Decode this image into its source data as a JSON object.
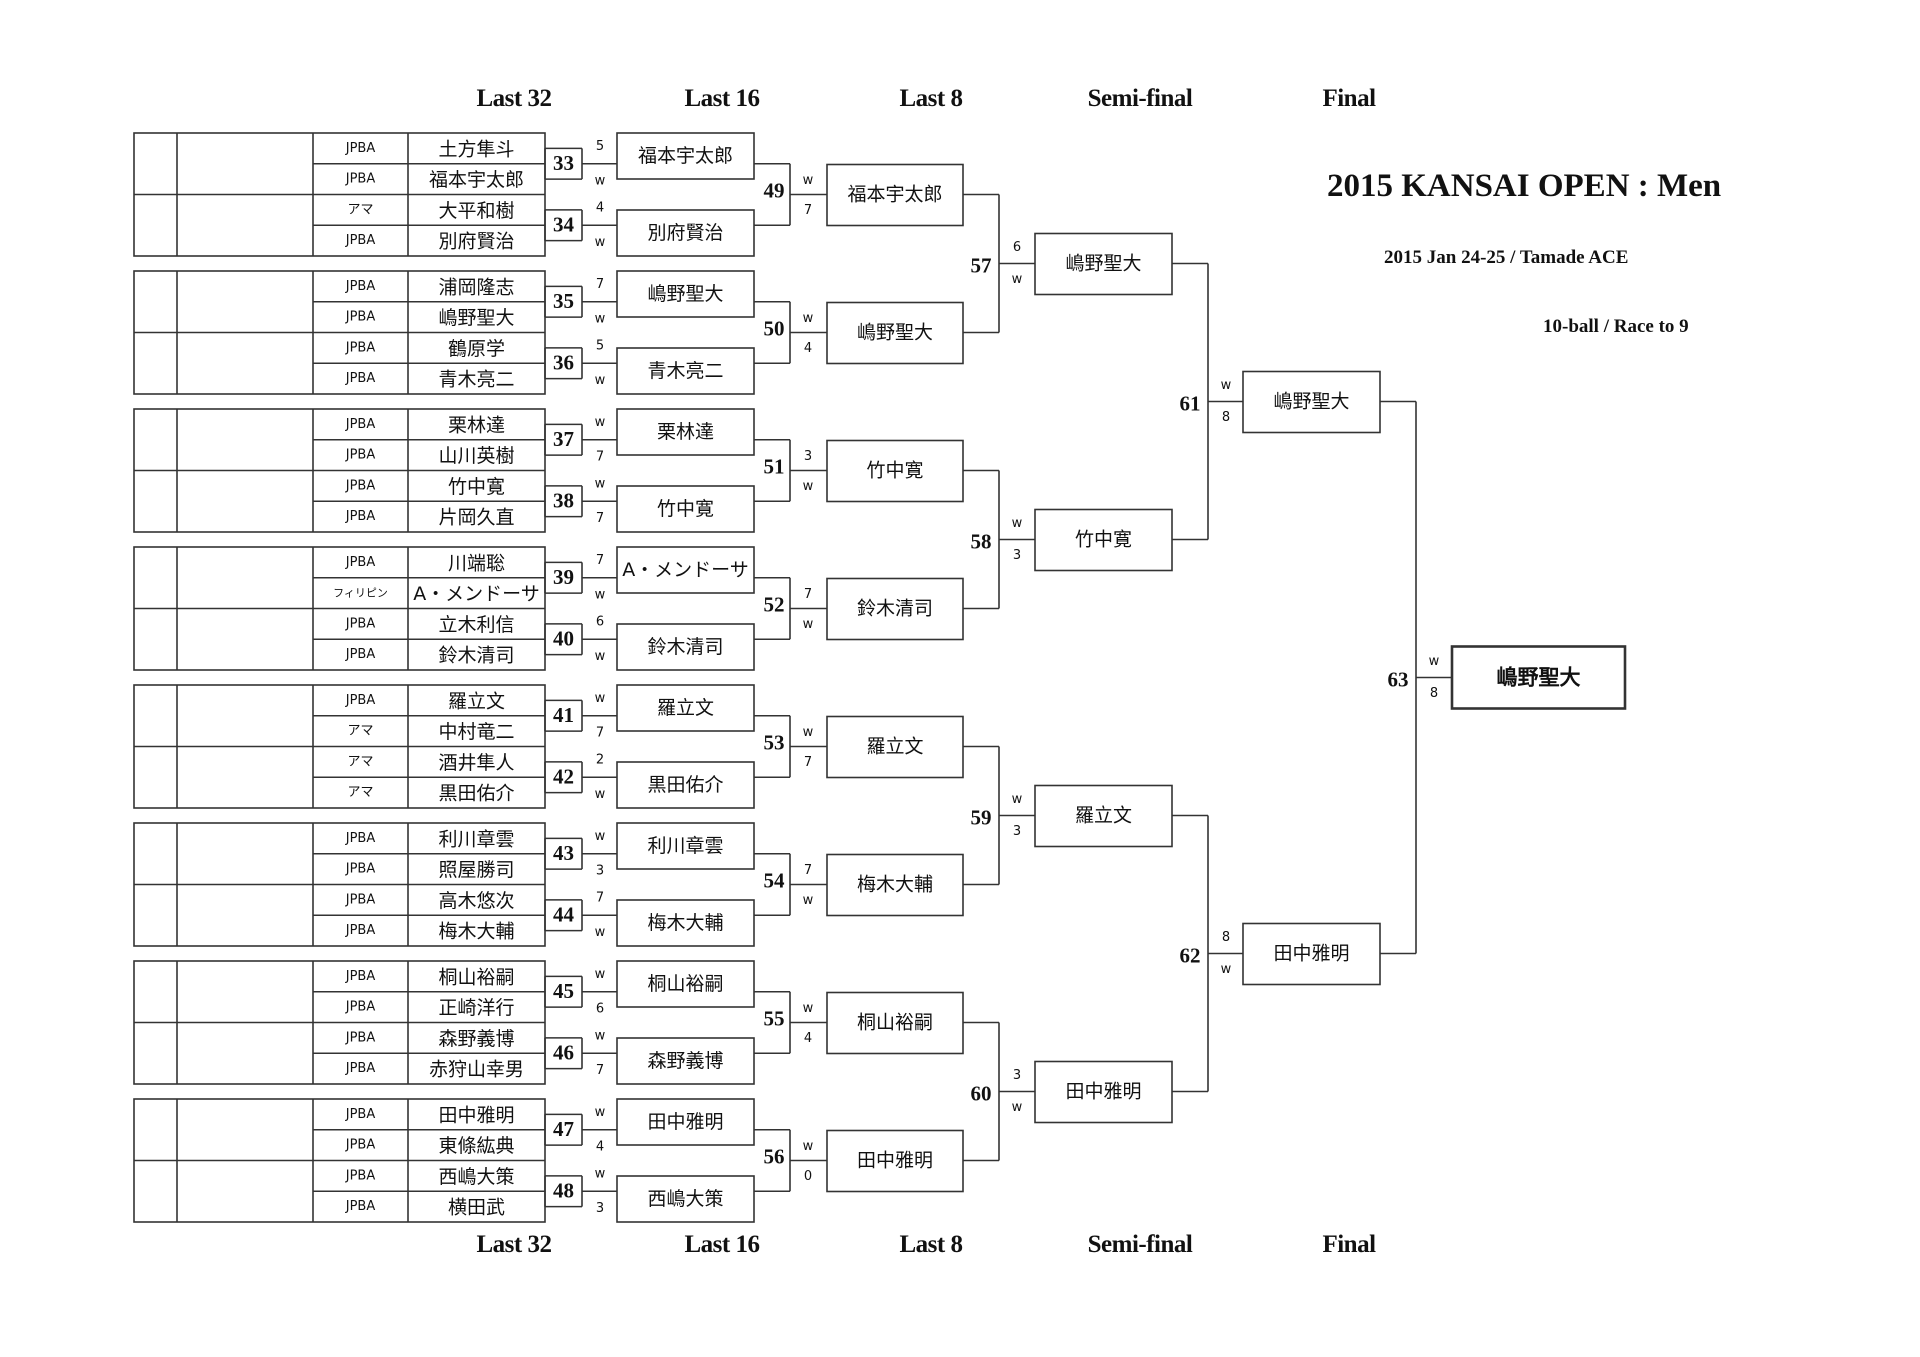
{
  "title": "2015 KANSAI OPEN : Men",
  "subtitle": "2015 Jan 24-25 / Tamade ACE",
  "format": "10-ball / Race to 9",
  "round_headers": [
    "Last 32",
    "Last 16",
    "Last 8",
    "Semi-final",
    "Final"
  ],
  "last32": [
    {
      "org": "JPBA",
      "name": "土方隼斗"
    },
    {
      "org": "JPBA",
      "name": "福本宇太郎"
    },
    {
      "org": "アマ",
      "name": "大平和樹"
    },
    {
      "org": "JPBA",
      "name": "別府賢治"
    },
    {
      "org": "JPBA",
      "name": "浦岡隆志"
    },
    {
      "org": "JPBA",
      "name": "嶋野聖大"
    },
    {
      "org": "JPBA",
      "name": "鶴原学"
    },
    {
      "org": "JPBA",
      "name": "青木亮二"
    },
    {
      "org": "JPBA",
      "name": "栗林達"
    },
    {
      "org": "JPBA",
      "name": "山川英樹"
    },
    {
      "org": "JPBA",
      "name": "竹中寛"
    },
    {
      "org": "JPBA",
      "name": "片岡久直"
    },
    {
      "org": "JPBA",
      "name": "川端聡"
    },
    {
      "org": "フィリピン",
      "name": "A・メンドーサ"
    },
    {
      "org": "JPBA",
      "name": "立木利信"
    },
    {
      "org": "JPBA",
      "name": "鈴木清司"
    },
    {
      "org": "JPBA",
      "name": "羅立文"
    },
    {
      "org": "アマ",
      "name": "中村竜二"
    },
    {
      "org": "アマ",
      "name": "酒井隼人"
    },
    {
      "org": "アマ",
      "name": "黒田佑介"
    },
    {
      "org": "JPBA",
      "name": "利川章雲"
    },
    {
      "org": "JPBA",
      "name": "照屋勝司"
    },
    {
      "org": "JPBA",
      "name": "高木悠次"
    },
    {
      "org": "JPBA",
      "name": "梅木大輔"
    },
    {
      "org": "JPBA",
      "name": "桐山裕嗣"
    },
    {
      "org": "JPBA",
      "name": "正崎洋行"
    },
    {
      "org": "JPBA",
      "name": "森野義博"
    },
    {
      "org": "JPBA",
      "name": "赤狩山幸男"
    },
    {
      "org": "JPBA",
      "name": "田中雅明"
    },
    {
      "org": "JPBA",
      "name": "東條紘典"
    },
    {
      "org": "JPBA",
      "name": "西嶋大策"
    },
    {
      "org": "JPBA",
      "name": "横田武"
    }
  ],
  "matches_r32": [
    {
      "no": "33",
      "scores": [
        "5",
        "w"
      ],
      "winner": "福本宇太郎"
    },
    {
      "no": "34",
      "scores": [
        "4",
        "w"
      ],
      "winner": "別府賢治"
    },
    {
      "no": "35",
      "scores": [
        "7",
        "w"
      ],
      "winner": "嶋野聖大"
    },
    {
      "no": "36",
      "scores": [
        "5",
        "w"
      ],
      "winner": "青木亮二"
    },
    {
      "no": "37",
      "scores": [
        "w",
        "7"
      ],
      "winner": "栗林達"
    },
    {
      "no": "38",
      "scores": [
        "w",
        "7"
      ],
      "winner": "竹中寛"
    },
    {
      "no": "39",
      "scores": [
        "7",
        "w"
      ],
      "winner": "A・メンドーサ"
    },
    {
      "no": "40",
      "scores": [
        "6",
        "w"
      ],
      "winner": "鈴木清司"
    },
    {
      "no": "41",
      "scores": [
        "w",
        "7"
      ],
      "winner": "羅立文"
    },
    {
      "no": "42",
      "scores": [
        "2",
        "w"
      ],
      "winner": "黒田佑介"
    },
    {
      "no": "43",
      "scores": [
        "w",
        "3"
      ],
      "winner": "利川章雲"
    },
    {
      "no": "44",
      "scores": [
        "7",
        "w"
      ],
      "winner": "梅木大輔"
    },
    {
      "no": "45",
      "scores": [
        "w",
        "6"
      ],
      "winner": "桐山裕嗣"
    },
    {
      "no": "46",
      "scores": [
        "w",
        "7"
      ],
      "winner": "森野義博"
    },
    {
      "no": "47",
      "scores": [
        "w",
        "4"
      ],
      "winner": "田中雅明"
    },
    {
      "no": "48",
      "scores": [
        "w",
        "3"
      ],
      "winner": "西嶋大策"
    }
  ],
  "matches_r16": [
    {
      "no": "49",
      "scores": [
        "w",
        "7"
      ],
      "winner": "福本宇太郎"
    },
    {
      "no": "50",
      "scores": [
        "w",
        "4"
      ],
      "winner": "嶋野聖大"
    },
    {
      "no": "51",
      "scores": [
        "3",
        "w"
      ],
      "winner": "竹中寛"
    },
    {
      "no": "52",
      "scores": [
        "7",
        "w"
      ],
      "winner": "鈴木清司"
    },
    {
      "no": "53",
      "scores": [
        "w",
        "7"
      ],
      "winner": "羅立文"
    },
    {
      "no": "54",
      "scores": [
        "7",
        "w"
      ],
      "winner": "梅木大輔"
    },
    {
      "no": "55",
      "scores": [
        "w",
        "4"
      ],
      "winner": "桐山裕嗣"
    },
    {
      "no": "56",
      "scores": [
        "w",
        "0"
      ],
      "winner": "田中雅明"
    }
  ],
  "matches_qf": [
    {
      "no": "57",
      "scores": [
        "6",
        "w"
      ],
      "winner": "嶋野聖大"
    },
    {
      "no": "58",
      "scores": [
        "w",
        "3"
      ],
      "winner": "竹中寛"
    },
    {
      "no": "59",
      "scores": [
        "w",
        "3"
      ],
      "winner": "羅立文"
    },
    {
      "no": "60",
      "scores": [
        "3",
        "w"
      ],
      "winner": "田中雅明"
    }
  ],
  "matches_sf": [
    {
      "no": "61",
      "scores": [
        "w",
        "8"
      ],
      "winner": "嶋野聖大"
    },
    {
      "no": "62",
      "scores": [
        "8",
        "w"
      ],
      "winner": "田中雅明"
    }
  ],
  "match_final": {
    "no": "63",
    "scores": [
      "w",
      "8"
    ],
    "winner": "嶋野聖大"
  },
  "colors": {
    "line": "#333333",
    "text": "#111111",
    "background": "#ffffff"
  }
}
